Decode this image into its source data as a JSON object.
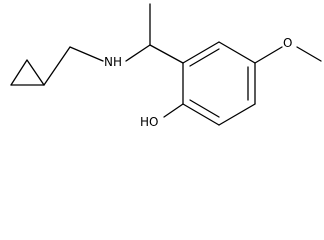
{
  "molecule": {
    "atom_labels": {
      "nh": "NH",
      "o_methoxy": "O",
      "ho": "HO"
    },
    "line_color": "#000000",
    "background": "#ffffff"
  }
}
